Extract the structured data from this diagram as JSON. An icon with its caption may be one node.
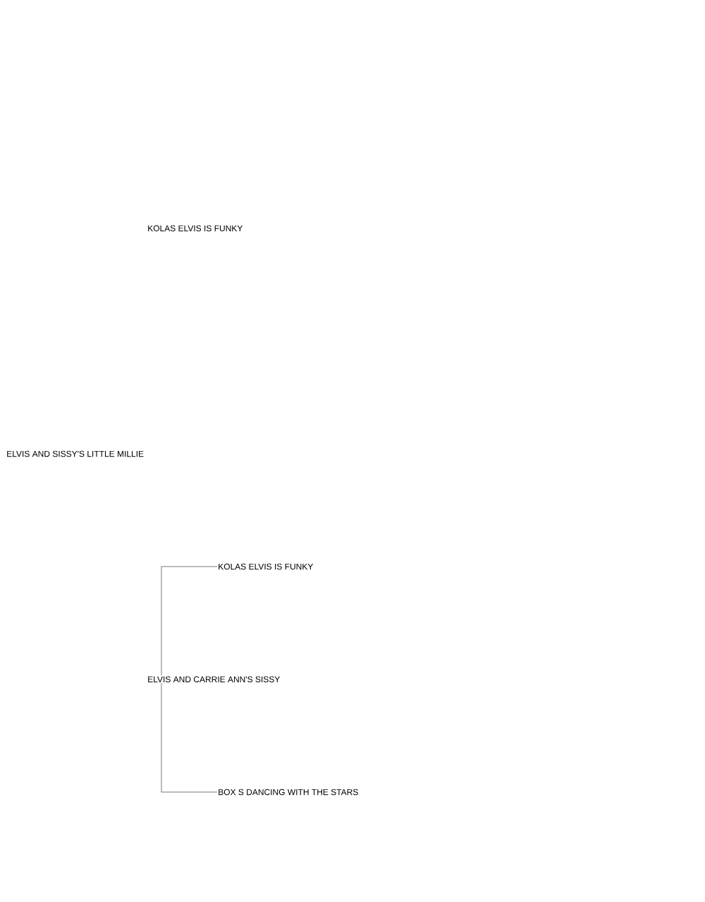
{
  "diagram": {
    "nodes": [
      {
        "text": [
          "ELVIS AND SISSY'S LITTLE MILLIE"
        ]
      },
      {
        "text": [
          "KOLAS ELVIS IS FUNKY"
        ]
      },
      {
        "text": [
          "ELVIS AND CARRIE ANN'S SISSY"
        ]
      },
      {
        "text": [
          "KOLAS ELVIS IS FUNKY"
        ]
      },
      {
        "text": [
          "BOX S DANCING WITH THE STARS"
        ]
      }
    ],
    "edges": [
      {
        "from": 2,
        "to": 3,
        "arrow": "none"
      },
      {
        "from": 2,
        "to": 4,
        "arrow": "none"
      }
    ]
  }
}
